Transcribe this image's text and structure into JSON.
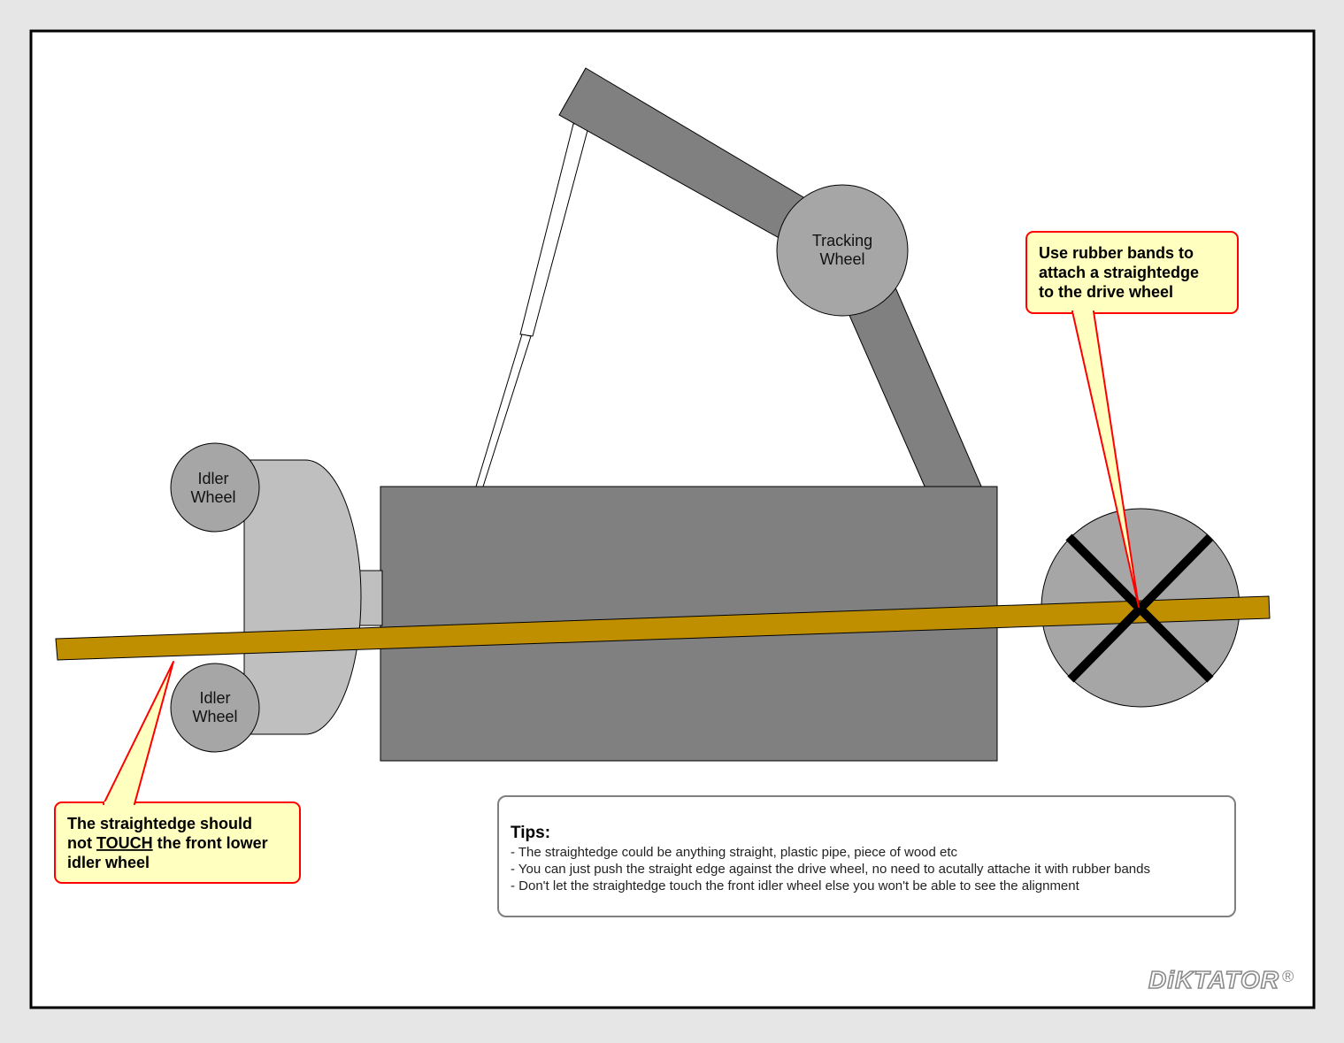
{
  "labels": {
    "tracking_wheel": [
      "Tracking",
      "Wheel"
    ],
    "idler_top": [
      "Idler",
      "Wheel"
    ],
    "idler_bottom": [
      "Idler",
      "Wheel"
    ]
  },
  "callouts": {
    "drive_wheel": [
      "Use rubber bands to",
      "attach a straightedge",
      "to the drive wheel"
    ],
    "straightedge": {
      "line1": "The straightedge should",
      "line2_before": "not ",
      "line2_emphasis": "TOUCH",
      "line2_after": " the front lower",
      "line3": "idler wheel"
    }
  },
  "tips": {
    "title": "Tips:",
    "items": [
      "- The straightedge could be anything straight, plastic pipe, piece of wood etc",
      "- You can just push the straight edge against the drive wheel, no need to acutally attache it with rubber bands",
      "- Don't let the straightedge touch the front idler wheel else you won't be able to see the alignment"
    ]
  },
  "logo": {
    "text": "DiKTATOR",
    "mark": "®"
  },
  "colors": {
    "body": "#808080",
    "arm": "#808080",
    "wheel": "#a6a6a6",
    "wheel_housing": "#bfbfbf",
    "straightedge": "#bf8f00",
    "callout_fill": "#ffffc0",
    "callout_border": "#ff0000",
    "frame": "#000000"
  }
}
